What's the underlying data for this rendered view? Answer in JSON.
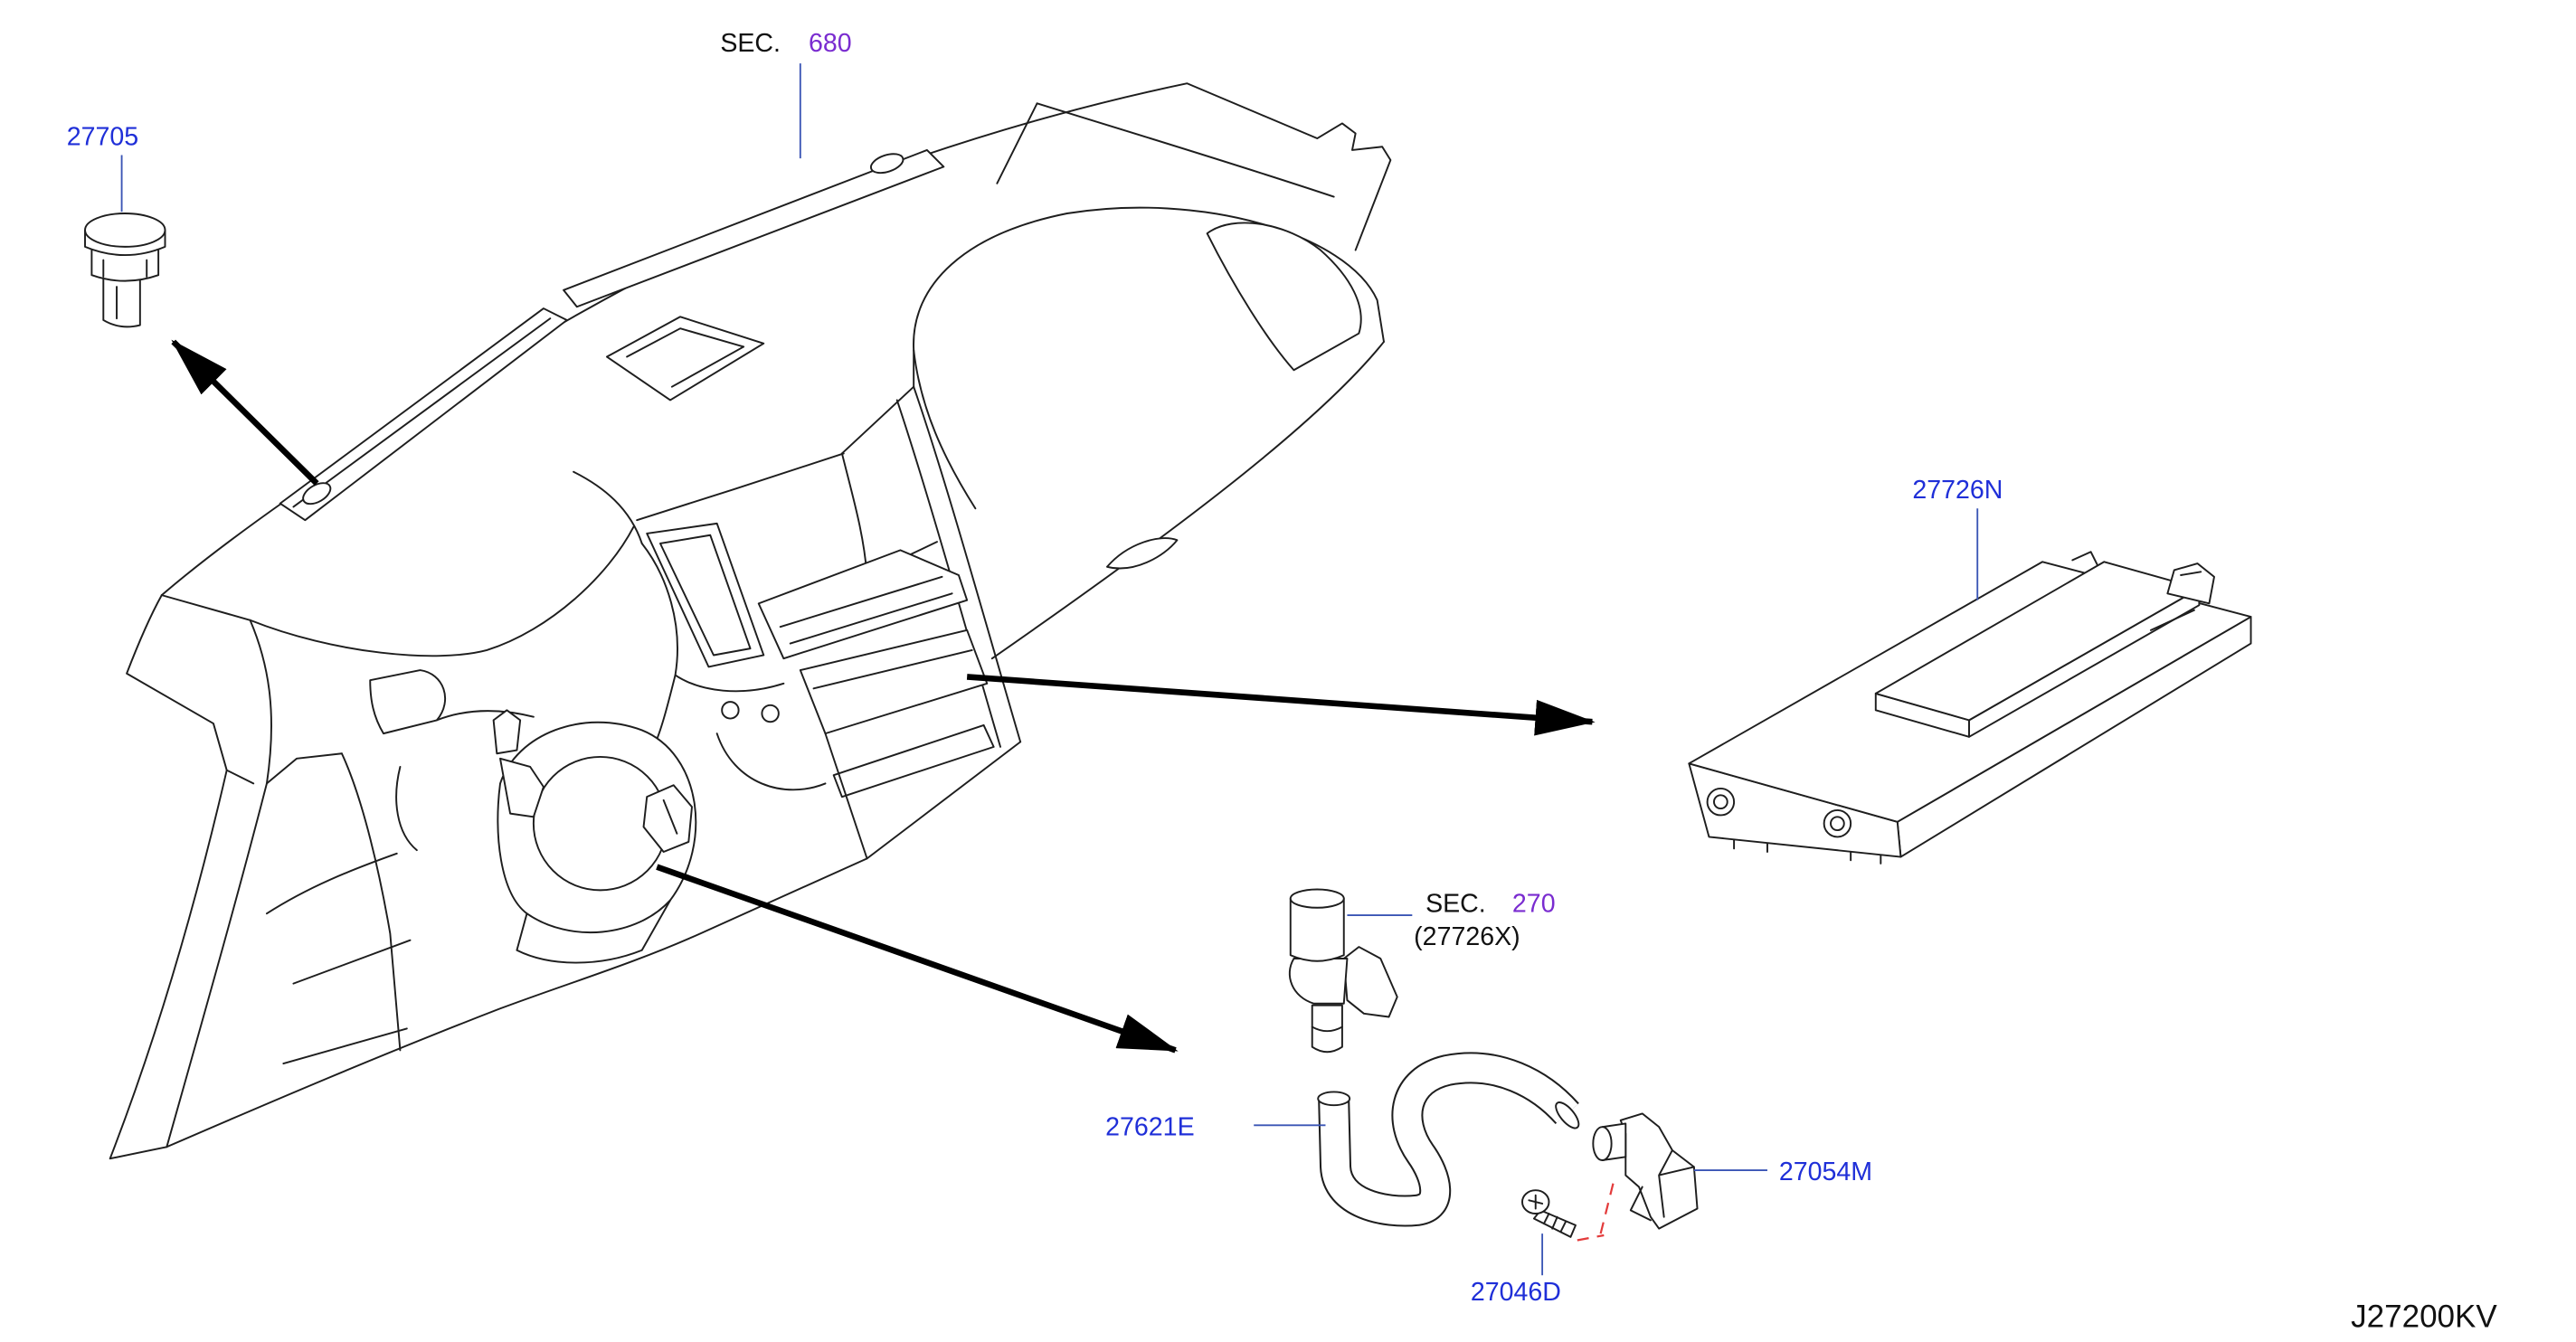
{
  "callouts": {
    "sec_680": {
      "prefix": "SEC.",
      "number": "680"
    },
    "p27705": "27705",
    "p27726N": "27726N",
    "sec_270": {
      "prefix": "SEC.",
      "number": "270",
      "part": "(27726X)"
    },
    "p27621E": "27621E",
    "p27054M": "27054M",
    "p27046D": "27046D"
  },
  "diagram_code": "J27200KV",
  "colors": {
    "part_number": "#1f2fd8",
    "section_number": "#7a2cd0",
    "text": "#111111",
    "leader_line": "#3a55b5",
    "alignment_dash": "#e33b3b"
  }
}
